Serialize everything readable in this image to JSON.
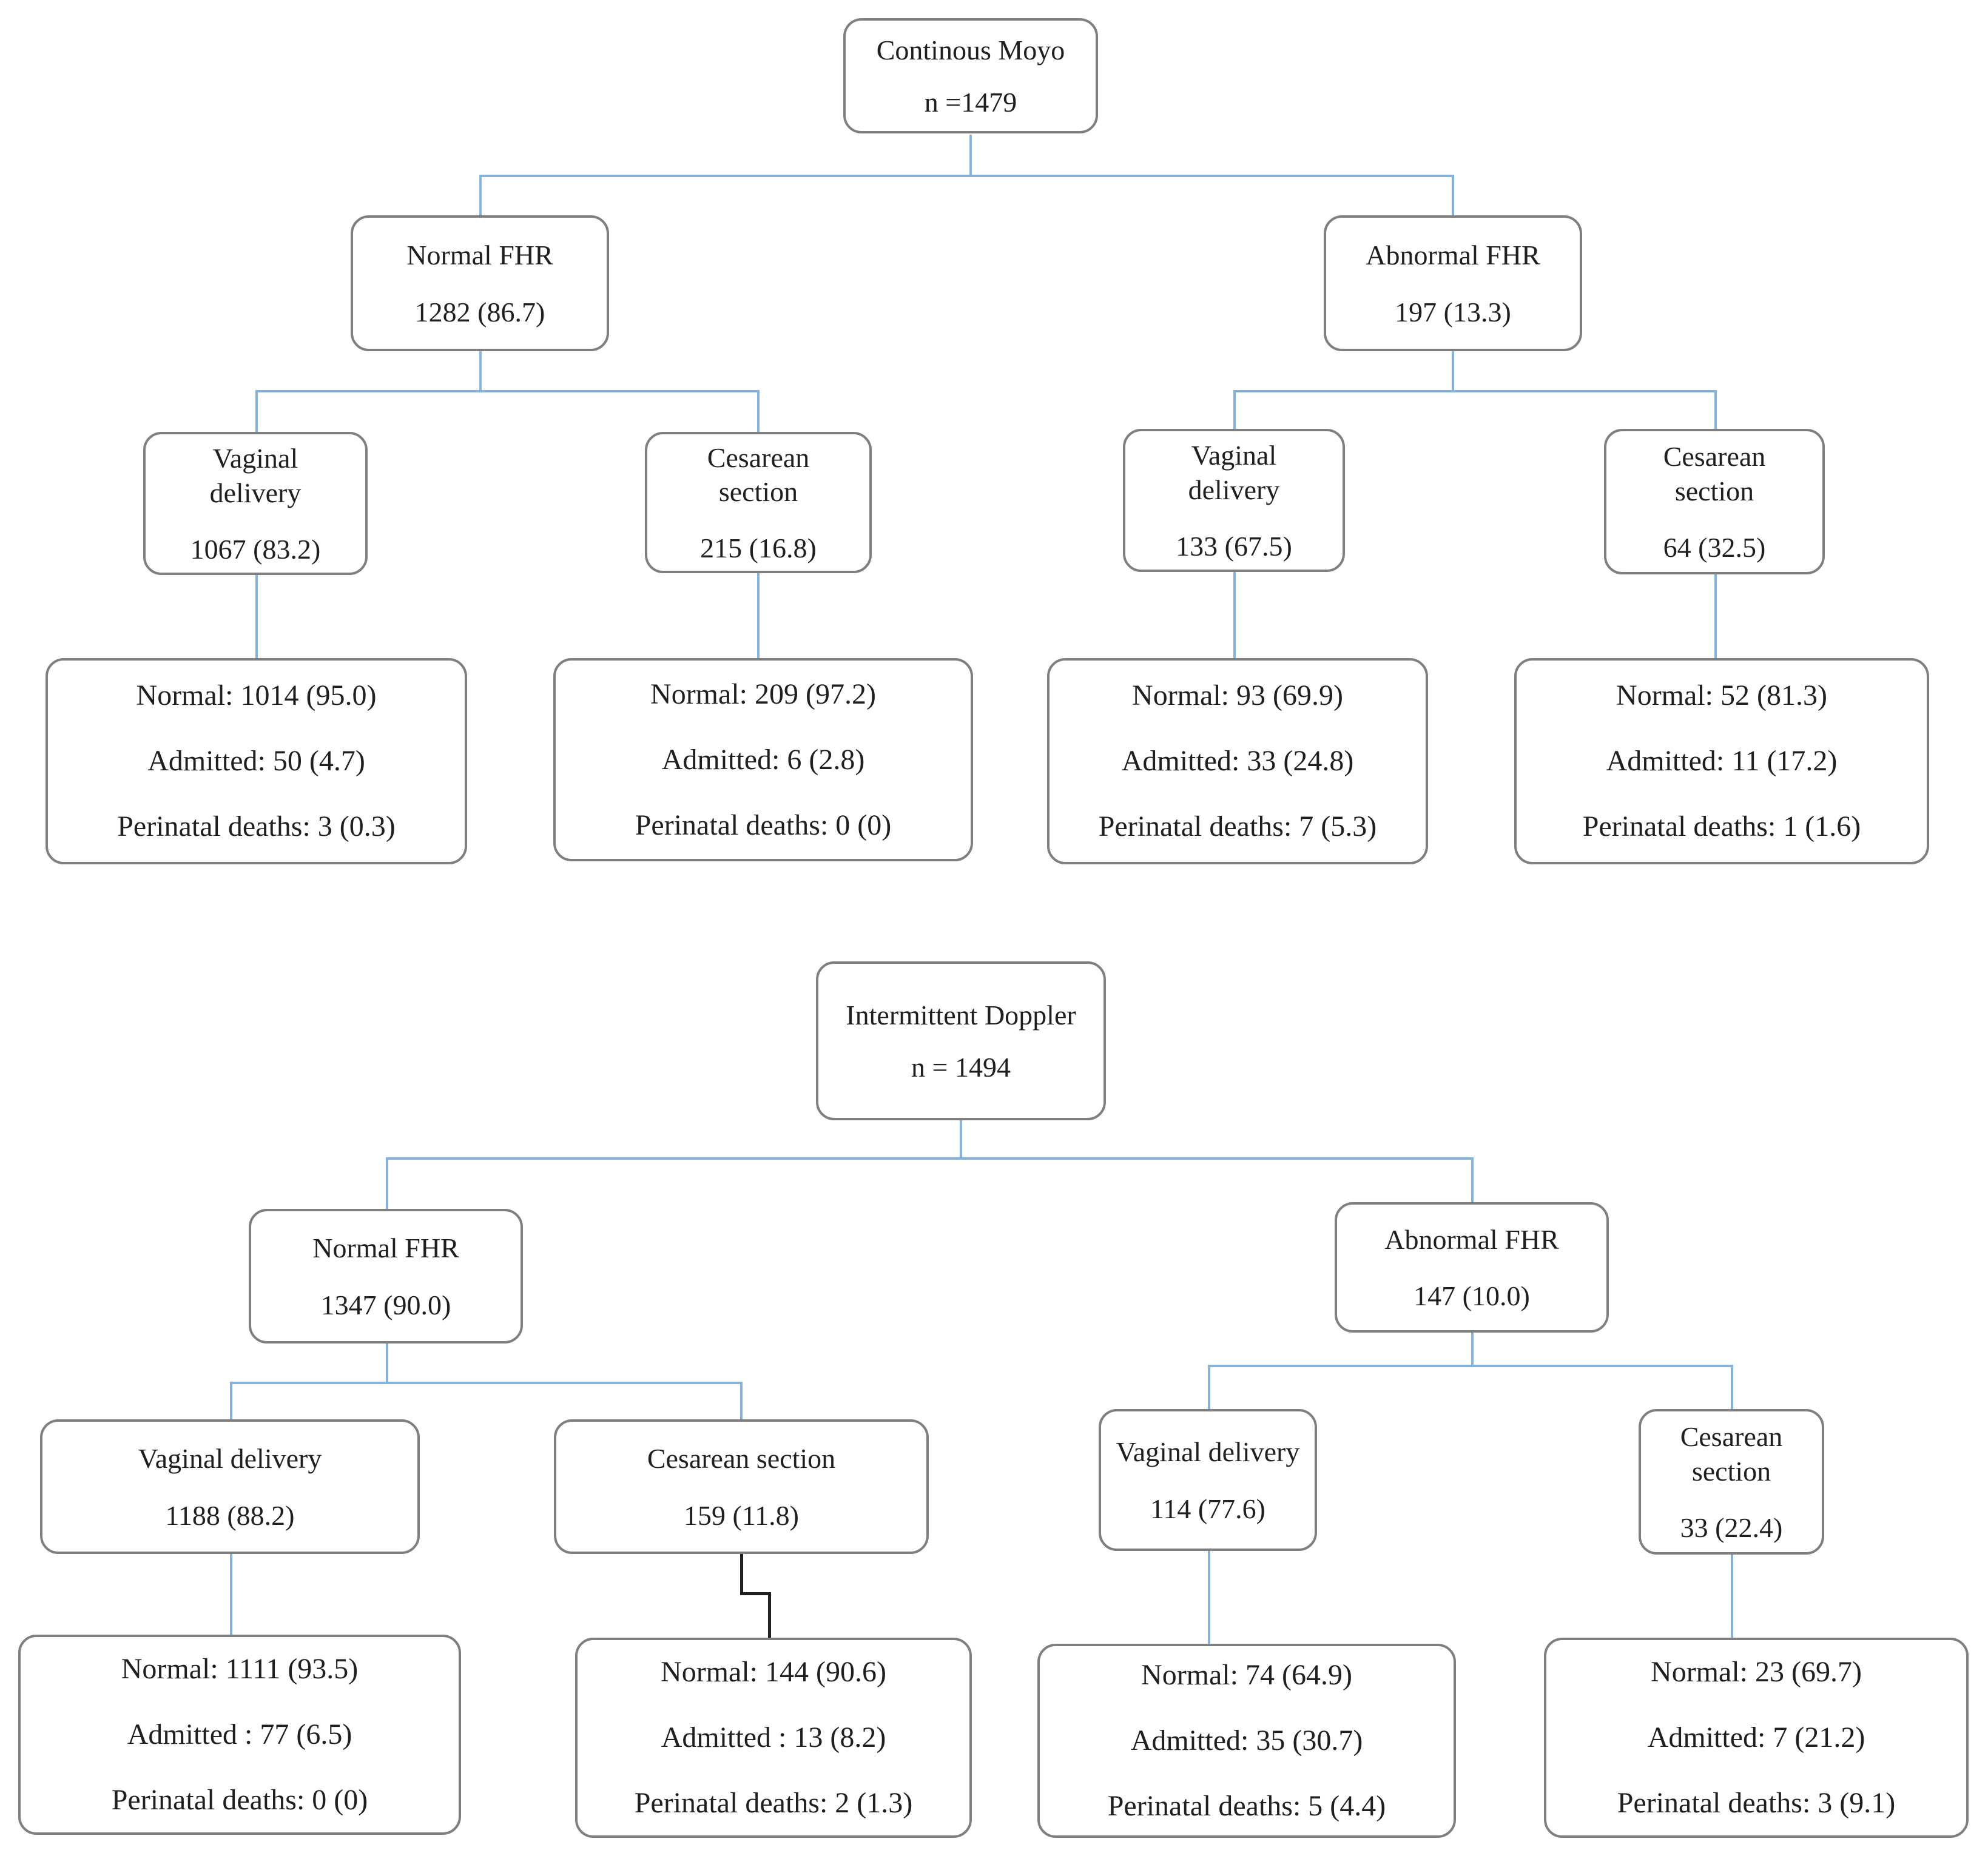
{
  "diagram": {
    "description": "Flow diagram of fetal heart rate monitoring outcomes for two study arms",
    "colors": {
      "connector_blue": "#85b3dc",
      "connector_black": "#1f1f1f",
      "box_border": "#7f7f7f",
      "text": "#1f1f1f",
      "background": "#ffffff"
    },
    "trees": [
      {
        "root": {
          "title": "Continous Moyo",
          "n": "n =1479"
        },
        "level2": [
          {
            "title": "Normal FHR",
            "value": "1282 (86.7)"
          },
          {
            "title": "Abnormal FHR",
            "value": "197 (13.3)"
          }
        ],
        "level3": [
          {
            "title_lines": [
              "Vaginal",
              "delivery"
            ],
            "value": "1067 (83.2)"
          },
          {
            "title_lines": [
              "Cesarean",
              "section"
            ],
            "value": "215 (16.8)"
          },
          {
            "title_lines": [
              "Vaginal",
              "delivery"
            ],
            "value": "133 (67.5)"
          },
          {
            "title_lines": [
              "Cesarean",
              "section"
            ],
            "value": "64 (32.5)"
          }
        ],
        "outcomes": [
          {
            "lines": [
              "Normal: 1014 (95.0)",
              "Admitted: 50 (4.7)",
              "Perinatal deaths: 3 (0.3)"
            ]
          },
          {
            "lines": [
              "Normal: 209 (97.2)",
              "Admitted: 6 (2.8)",
              "Perinatal deaths: 0 (0)"
            ]
          },
          {
            "lines": [
              "Normal: 93 (69.9)",
              "Admitted: 33 (24.8)",
              "Perinatal deaths: 7 (5.3)"
            ]
          },
          {
            "lines": [
              "Normal:  52 (81.3)",
              "Admitted: 11 (17.2)",
              "Perinatal deaths: 1 (1.6)"
            ]
          }
        ]
      },
      {
        "root": {
          "title": "Intermittent Doppler",
          "n": "n = 1494"
        },
        "level2": [
          {
            "title": "Normal FHR",
            "value": "1347 (90.0)"
          },
          {
            "title": "Abnormal FHR",
            "value": "147 (10.0)"
          }
        ],
        "level3": [
          {
            "title_lines": [
              "Vaginal delivery"
            ],
            "value": "1188 (88.2)"
          },
          {
            "title_lines": [
              "Cesarean section"
            ],
            "value": "159 (11.8)"
          },
          {
            "title_lines": [
              "Vaginal delivery"
            ],
            "value": "114 (77.6)"
          },
          {
            "title_lines": [
              "Cesarean",
              "section"
            ],
            "value": "33 (22.4)"
          }
        ],
        "outcomes": [
          {
            "lines": [
              "Normal: 1111 (93.5)",
              "Admitted : 77 (6.5)",
              "Perinatal deaths: 0 (0)"
            ]
          },
          {
            "lines": [
              "Normal: 144 (90.6)",
              "Admitted : 13 (8.2)",
              "Perinatal deaths: 2 (1.3)"
            ]
          },
          {
            "lines": [
              "Normal: 74 (64.9)",
              "Admitted: 35 (30.7)",
              "Perinatal deaths: 5 (4.4)"
            ]
          },
          {
            "lines": [
              "Normal: 23 (69.7)",
              "Admitted: 7 (21.2)",
              "Perinatal deaths: 3 (9.1)"
            ]
          }
        ]
      }
    ]
  }
}
